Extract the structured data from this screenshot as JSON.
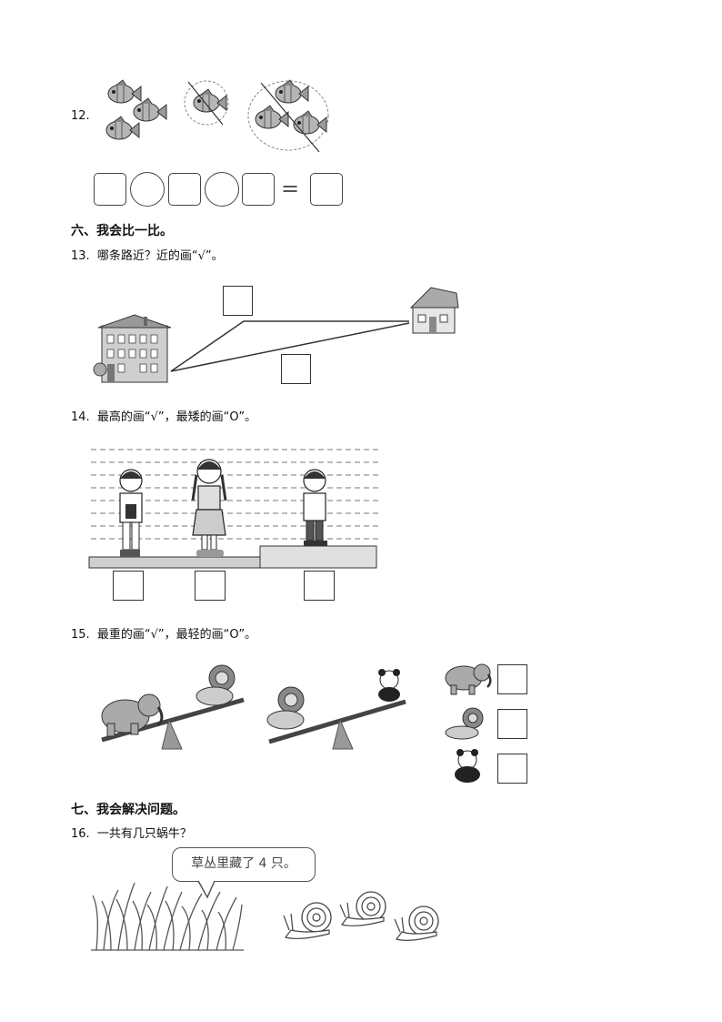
{
  "q12": {
    "number": "12.",
    "equation_equals": "="
  },
  "section6": {
    "heading": "六、我会比一比。"
  },
  "q13": {
    "number": "13.",
    "text": "哪条路近？近的画“√”。"
  },
  "q14": {
    "number": "14.",
    "text": "最高的画“√”，最矮的画“O”。"
  },
  "q15": {
    "number": "15.",
    "text": "最重的画“√”，最轻的画“O”。"
  },
  "section7": {
    "heading": "七、我会解决问题。"
  },
  "q16": {
    "number": "16.",
    "text": "一共有几只蜗牛？",
    "speech": "草丛里藏了 4 只。"
  },
  "icons": [
    "fish-icon",
    "house-icon",
    "school-building-icon",
    "boy-icon",
    "girl-icon",
    "elephant-icon",
    "lion-icon",
    "panda-icon",
    "seesaw-icon",
    "grass-icon",
    "snail-icon"
  ]
}
